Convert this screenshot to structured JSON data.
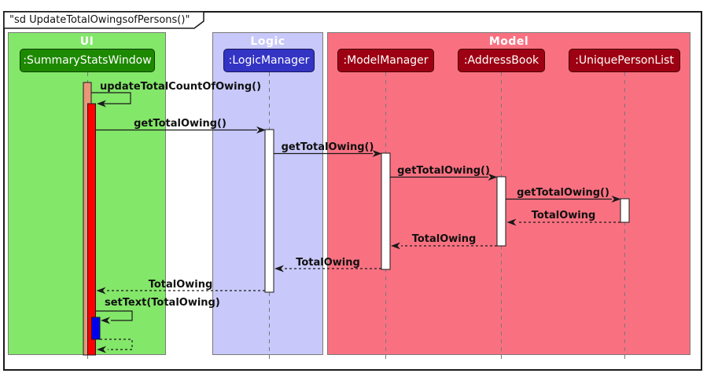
{
  "diagram": {
    "title": "\"sd UpdateTotalOwingsofPersons()\"",
    "type": "uml-sequence-diagram"
  },
  "frames": [
    {
      "label": "UI",
      "color": "#83E769"
    },
    {
      "label": "Logic",
      "color": "#C8C8FA"
    },
    {
      "label": "Model",
      "color": "#F97181"
    }
  ],
  "participants": [
    {
      "name": ":SummaryStatsWindow",
      "frame": "UI",
      "color": "#1D8900"
    },
    {
      "name": ":LogicManager",
      "frame": "Logic",
      "color": "#3333C4"
    },
    {
      "name": ":ModelManager",
      "frame": "Model",
      "color": "#9D0012"
    },
    {
      "name": ":AddressBook",
      "frame": "Model",
      "color": "#9D0012"
    },
    {
      "name": ":UniquePersonList",
      "frame": "Model",
      "color": "#9D0012"
    }
  ],
  "messages": [
    {
      "label": "updateTotalCountOfOwing()",
      "from": ":SummaryStatsWindow",
      "to": ":SummaryStatsWindow",
      "kind": "self-call"
    },
    {
      "label": "getTotalOwing()",
      "from": ":SummaryStatsWindow",
      "to": ":LogicManager",
      "kind": "call"
    },
    {
      "label": "getTotalOwing()",
      "from": ":LogicManager",
      "to": ":ModelManager",
      "kind": "call"
    },
    {
      "label": "getTotalOwing()",
      "from": ":ModelManager",
      "to": ":AddressBook",
      "kind": "call"
    },
    {
      "label": "getTotalOwing()",
      "from": ":AddressBook",
      "to": ":UniquePersonList",
      "kind": "call"
    },
    {
      "label": "TotalOwing",
      "from": ":UniquePersonList",
      "to": ":AddressBook",
      "kind": "return"
    },
    {
      "label": "TotalOwing",
      "from": ":AddressBook",
      "to": ":ModelManager",
      "kind": "return"
    },
    {
      "label": "TotalOwing",
      "from": ":ModelManager",
      "to": ":LogicManager",
      "kind": "return"
    },
    {
      "label": "TotalOwing",
      "from": ":LogicManager",
      "to": ":SummaryStatsWindow",
      "kind": "return"
    },
    {
      "label": "setText(TotalOwing)",
      "from": ":SummaryStatsWindow",
      "to": ":SummaryStatsWindow",
      "kind": "self-call"
    },
    {
      "label": "",
      "from": ":SummaryStatsWindow",
      "to": ":SummaryStatsWindow",
      "kind": "self-return"
    }
  ],
  "activations": [
    {
      "participant": ":SummaryStatsWindow",
      "color": "#E9967A",
      "note": "outer activation"
    },
    {
      "participant": ":SummaryStatsWindow",
      "color": "#FF0000",
      "note": "nested activation"
    },
    {
      "participant": ":SummaryStatsWindow",
      "color": "#0000F0",
      "note": "setText activation"
    },
    {
      "participant": ":LogicManager",
      "color": "#FFFFFF"
    },
    {
      "participant": ":ModelManager",
      "color": "#FFFFFF"
    },
    {
      "participant": ":AddressBook",
      "color": "#FFFFFF"
    },
    {
      "participant": ":UniquePersonList",
      "color": "#FFFFFF"
    }
  ],
  "colors": {
    "outer_frame_border": "#1a1a1a",
    "frame_border": "#7a7a7a",
    "lifeline": "#787878",
    "arrow": "#1a1a1a",
    "label_text": "#101010"
  }
}
